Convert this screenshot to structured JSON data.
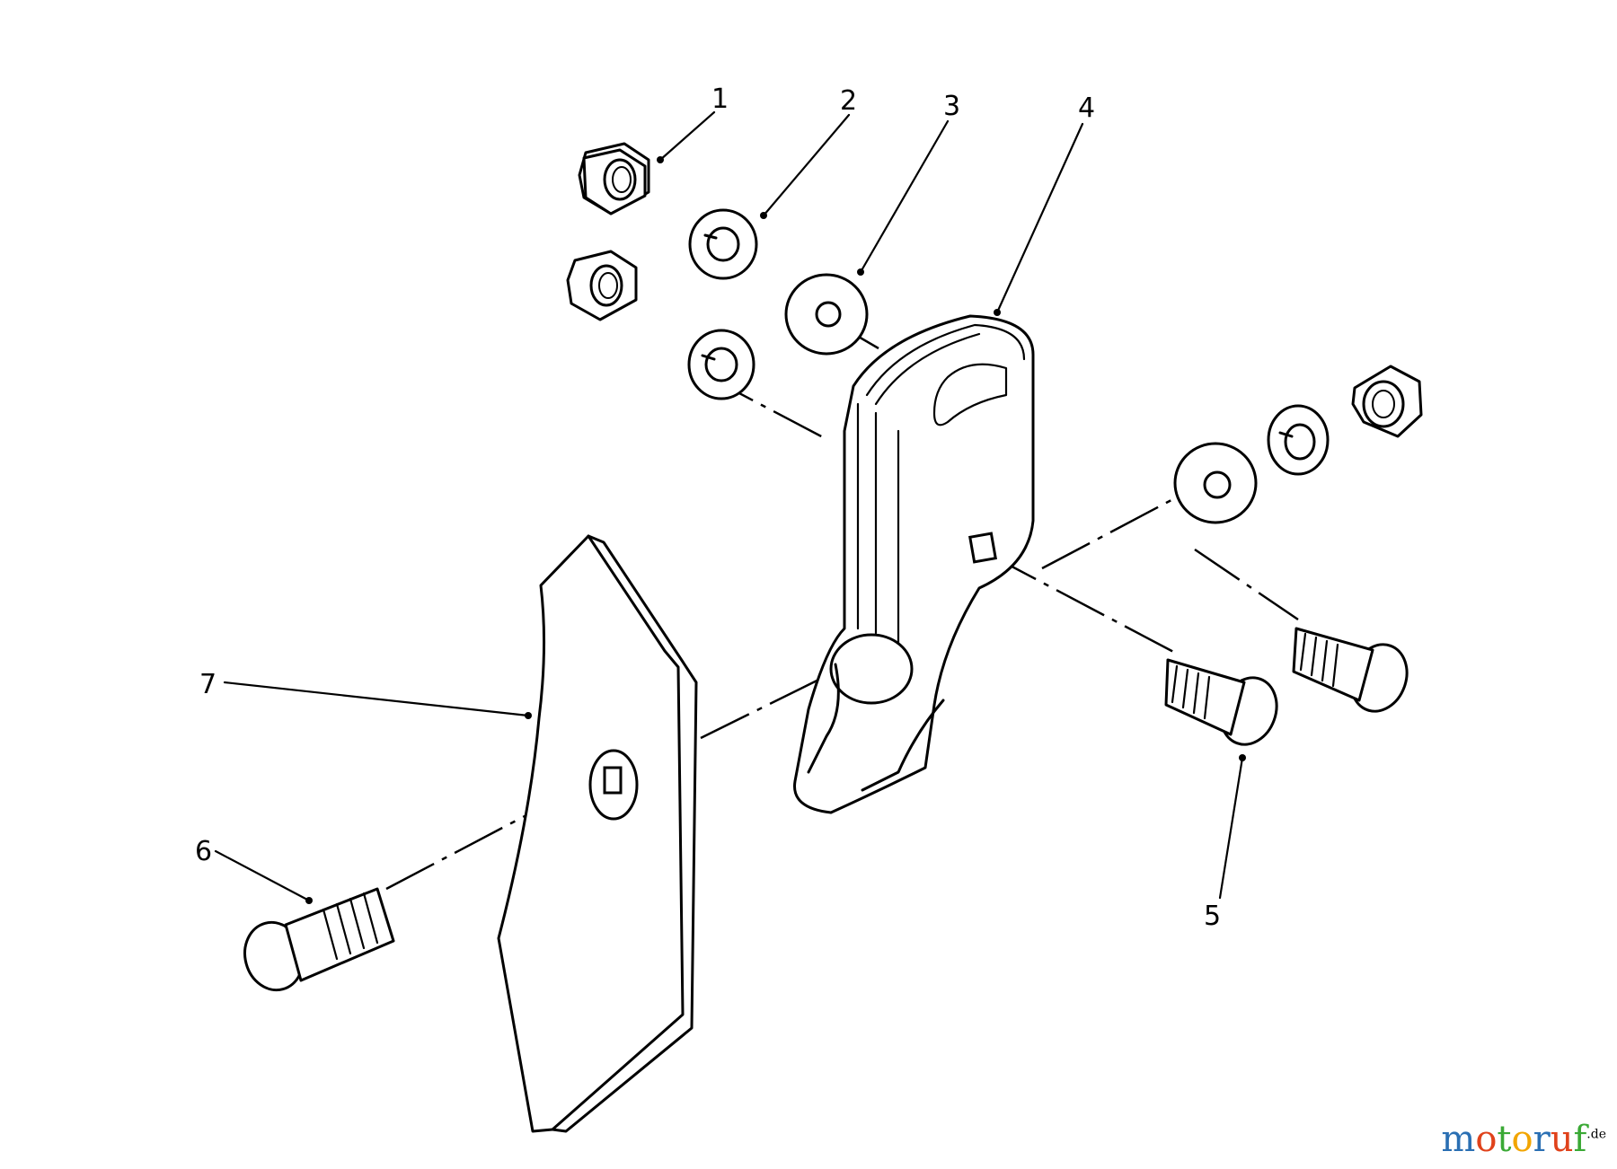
{
  "callouts": [
    {
      "number": "1",
      "part": "hex-nut"
    },
    {
      "number": "2",
      "part": "lock-washer"
    },
    {
      "number": "3",
      "part": "flat-washer"
    },
    {
      "number": "4",
      "part": "blade-bracket"
    },
    {
      "number": "5",
      "part": "carriage-bolt"
    },
    {
      "number": "6",
      "part": "carriage-bolt"
    },
    {
      "number": "7",
      "part": "edger-blade"
    }
  ],
  "watermark": {
    "letters": [
      "m",
      "o",
      "t",
      "o",
      "r",
      "u",
      "f"
    ],
    "colors": [
      "#2a6fb3",
      "#e0421b",
      "#3aa935",
      "#f2a500",
      "#2a6fb3",
      "#e0421b",
      "#3aa935"
    ],
    "suffix": ".de"
  }
}
